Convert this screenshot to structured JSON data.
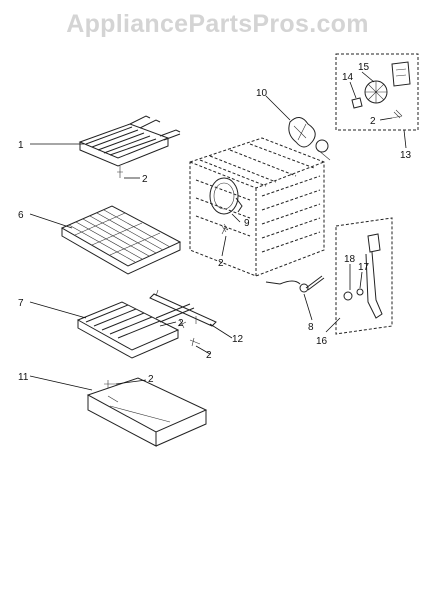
{
  "watermark": "AppliancePartsPros.com",
  "callouts": {
    "c1": "1",
    "c2a": "2",
    "c2b": "2",
    "c2c": "2",
    "c2d": "2",
    "c2e": "2",
    "c2f": "2",
    "c6": "6",
    "c7": "7",
    "c8": "8",
    "c9": "9",
    "c10": "10",
    "c11": "11",
    "c12": "12",
    "c13": "13",
    "c14": "14",
    "c15": "15",
    "c16": "16",
    "c17": "17",
    "c18": "18"
  }
}
